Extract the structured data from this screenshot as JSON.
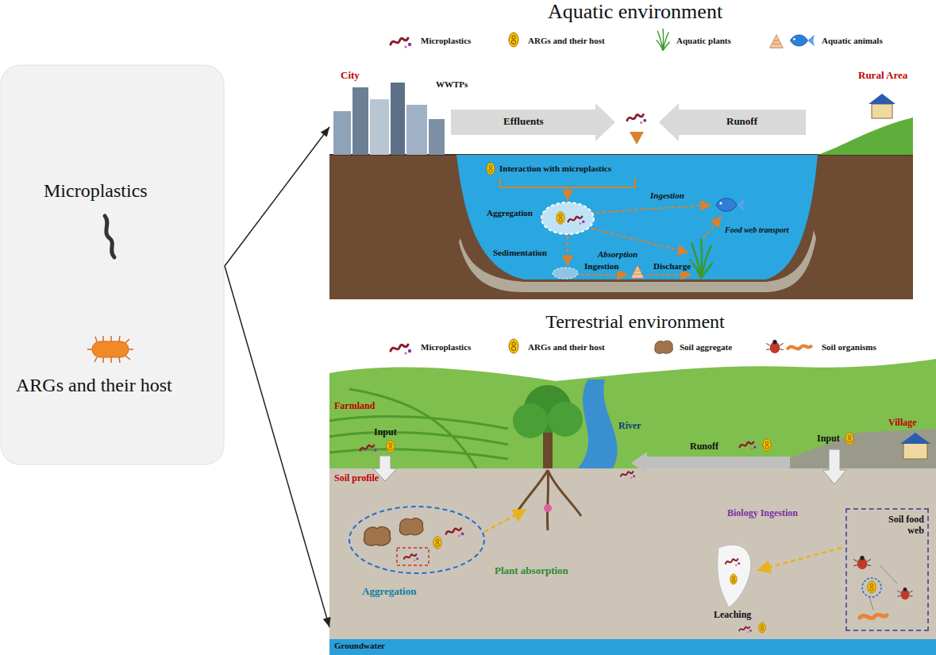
{
  "diagram": {
    "nodes": [
      {
        "text": [
          "Microplastics",
          "ARGs and their host"
        ]
      },
      {
        "text": [
          "Aquatic environment"
        ]
      },
      {
        "text": [
          "Terrestrial environment"
        ]
      },
      {
        "text": [
          "Soil food web"
        ],
        "in": 2
      }
    ],
    "edges": [
      {
        "from": 0,
        "to": 1,
        "arrow": "to"
      },
      {
        "from": 0,
        "to": 2,
        "arrow": "to"
      }
    ],
    "labels": [
      "City",
      "WWTPs",
      "Rural Area",
      "Effluents",
      "Runoff",
      "Interaction with microplastics",
      "Aggregation",
      "Ingestion",
      "Absorption",
      "Food web transport",
      "Sedimentation",
      "Ingestion",
      "Discharge",
      "Farmland",
      "Input",
      "River",
      "Runoff",
      "Input",
      "Village",
      "Soil profile",
      "Biology Ingestion",
      "Plant absorption",
      "Aggregation",
      "Leaching",
      "Groundwater"
    ],
    "legend": [
      {
        "text": "Microplastics"
      },
      {
        "text": "ARGs and their host"
      },
      {
        "text": "Aquatic plants"
      },
      {
        "text": "Aquatic animals"
      },
      {
        "text": "Microplastics"
      },
      {
        "text": "ARGs and their host"
      },
      {
        "text": "Soil aggregate"
      },
      {
        "text": "Soil organisms"
      }
    ]
  }
}
